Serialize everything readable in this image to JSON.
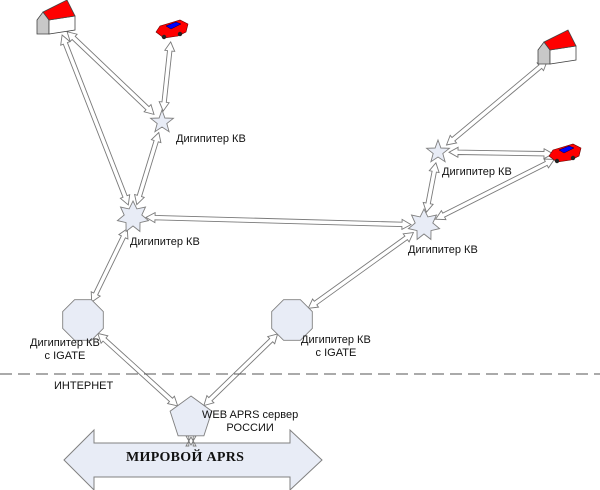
{
  "diagram": {
    "title": "APRS network topology",
    "colors": {
      "node_fill": "#e8ecf6",
      "node_stroke": "#808080",
      "house_roof": "#ff0000",
      "house_wall": "#ffffff",
      "house_side": "#c8c8c8",
      "car_body": "#ff0000",
      "car_window": "#0000ff",
      "link_fill": "#ffffff",
      "link_stroke": "#7a7a7a",
      "boundary": "#555555"
    },
    "nodes": [
      {
        "id": "house1",
        "type": "house",
        "label": ""
      },
      {
        "id": "car1",
        "type": "car",
        "label": ""
      },
      {
        "id": "house2",
        "type": "house",
        "label": ""
      },
      {
        "id": "car2",
        "type": "car",
        "label": ""
      },
      {
        "id": "digi1",
        "type": "star5",
        "label": "Дигипитер КВ"
      },
      {
        "id": "digi2",
        "type": "star7",
        "label": "Дигипитер КВ"
      },
      {
        "id": "digi3",
        "type": "star5",
        "label": "Дигипитер КВ"
      },
      {
        "id": "digi4",
        "type": "star7",
        "label": "Дигипитер КВ"
      },
      {
        "id": "igate1",
        "type": "octagon",
        "label_line1": "Дигипитер КВ",
        "label_line2": "с IGATE"
      },
      {
        "id": "igate2",
        "type": "octagon",
        "label_line1": "Дигипитер КВ",
        "label_line2": "с IGATE"
      },
      {
        "id": "server",
        "type": "pentagon",
        "label_line1": "WEB APRS сервер",
        "label_line2": "РОССИИ"
      }
    ],
    "links": [
      {
        "from": "house1",
        "to": "digi1"
      },
      {
        "from": "house1",
        "to": "digi2"
      },
      {
        "from": "car1",
        "to": "digi1"
      },
      {
        "from": "digi1",
        "to": "digi2"
      },
      {
        "from": "digi2",
        "to": "digi4"
      },
      {
        "from": "digi2",
        "to": "igate1"
      },
      {
        "from": "house2",
        "to": "digi3"
      },
      {
        "from": "car2",
        "to": "digi3"
      },
      {
        "from": "car2",
        "to": "digi4"
      },
      {
        "from": "digi3",
        "to": "digi4"
      },
      {
        "from": "digi4",
        "to": "igate2"
      },
      {
        "from": "igate1",
        "to": "server"
      },
      {
        "from": "igate2",
        "to": "server"
      },
      {
        "from": "server",
        "to": "world"
      }
    ],
    "boundary_label": "ИНТЕРНЕТ",
    "world_label": "МИРОВОЙ APRS"
  }
}
